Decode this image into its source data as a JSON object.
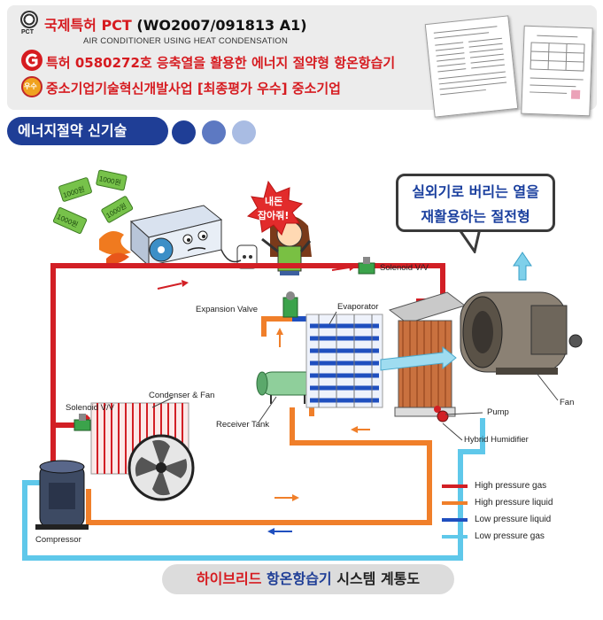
{
  "header": {
    "pct_logo_text": "PCT",
    "line1": {
      "prefix": "국제특허 PCT",
      "rest": " (WO2007/091813 A1)"
    },
    "line1_sub": "AIR CONDITIONER USING HEAT CONDENSATION",
    "line2": "특허 0580272호 응축열을 활용한 에너지 절약형 항온항습기",
    "line3_badge": "우수",
    "line3": "중소기업기술혁신개발사업 [최종평가 우수] 중소기업"
  },
  "tag": "에너지절약 신기술",
  "speech": {
    "line1": "실외기로 버리는 열을",
    "line2": "재활용하는 절전형"
  },
  "shout": {
    "line1": "내돈",
    "line2": "잡아줘!"
  },
  "money": [
    "1000원",
    "1000원",
    "1000원",
    "1000원"
  ],
  "labels": {
    "solenoid_top": "Solenoid V/V",
    "expansion_valve": "Expansion Valve",
    "evaporator": "Evaporator",
    "solenoid_left": "Solenoid V/V",
    "condenser": "Condenser & Fan",
    "receiver": "Receiver Tank",
    "pump": "Pump",
    "fan": "Fan",
    "hybrid": "Hybrid Humidifier",
    "compressor": "Compressor"
  },
  "legend": [
    {
      "label": "High pressure gas",
      "color": "#d21f25"
    },
    {
      "label": "High pressure liquid",
      "color": "#f07f2a"
    },
    {
      "label": "Low pressure liquid",
      "color": "#1f4fbf"
    },
    {
      "label": "Low pressure gas",
      "color": "#5fc8ea"
    }
  ],
  "title": {
    "part1": "하이브리드 ",
    "part2": "항온항습기",
    "part3": " 시스템 계통도"
  }
}
